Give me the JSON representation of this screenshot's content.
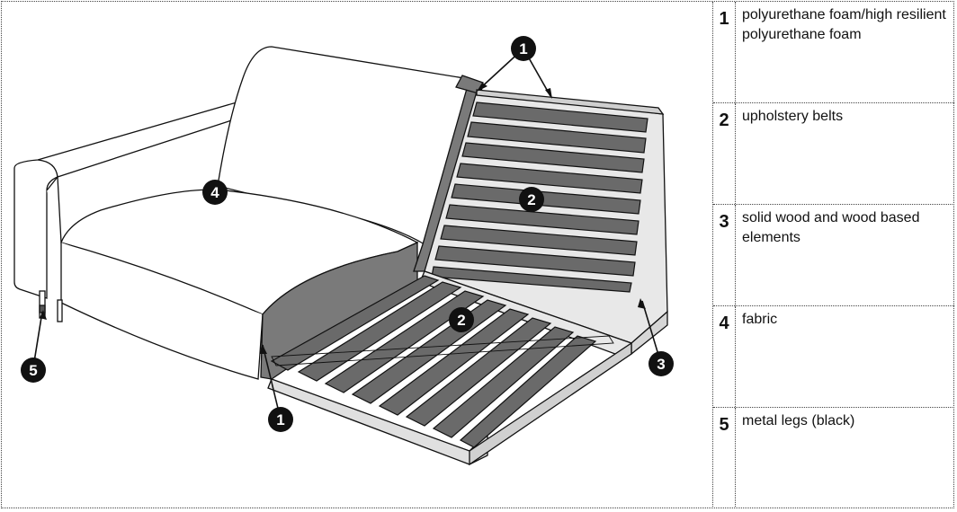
{
  "legend": [
    {
      "number": "1",
      "text": "polyurethane foam/high resilient polyurethane foam"
    },
    {
      "number": "2",
      "text": "upholstery belts"
    },
    {
      "number": "3",
      "text": "solid wood and wood based elements"
    },
    {
      "number": "4",
      "text": "fabric"
    },
    {
      "number": "5",
      "text": "metal legs (black)"
    }
  ],
  "callouts": {
    "foam_back": "1",
    "foam_seat": "1",
    "belts_back": "2",
    "belts_seat": "2",
    "wood_frame": "3",
    "fabric": "4",
    "legs": "5"
  }
}
